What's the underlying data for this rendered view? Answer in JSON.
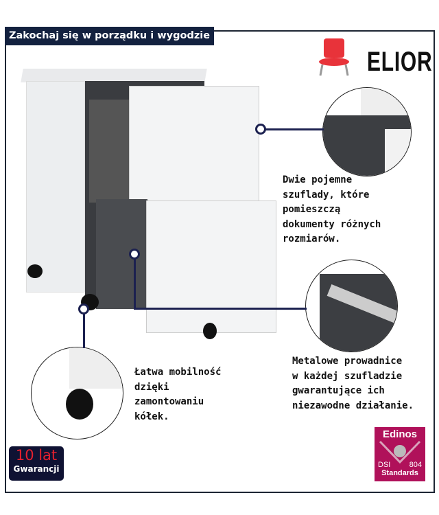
{
  "title": "Zakochaj się w porządku i wygodzie",
  "brand": {
    "name": "ELIOR"
  },
  "features": [
    {
      "text": "Dwie pojemne szuflady, które pomieszczą dokumenty różnych rozmiarów.",
      "lines": [
        "Dwie pojemne",
        "szuflady, które",
        "pomieszczą",
        "dokumenty różnych",
        "rozmiarów."
      ]
    },
    {
      "lines": [
        "Metalowe prowadnice",
        "w każdej szufladzie",
        "gwarantujące ich",
        "niezawodne działanie."
      ]
    },
    {
      "lines": [
        "Łatwa mobilność",
        "dzięki",
        "zamontowaniu",
        "kółek."
      ]
    }
  ],
  "warranty": {
    "years": "10 lat",
    "label": "Gwarancji"
  },
  "certificate": {
    "name": "Edinos",
    "left": "DSI",
    "right": "804",
    "label": "Standards"
  },
  "colors": {
    "navy": "#13213f",
    "accent": "#b0115a"
  }
}
